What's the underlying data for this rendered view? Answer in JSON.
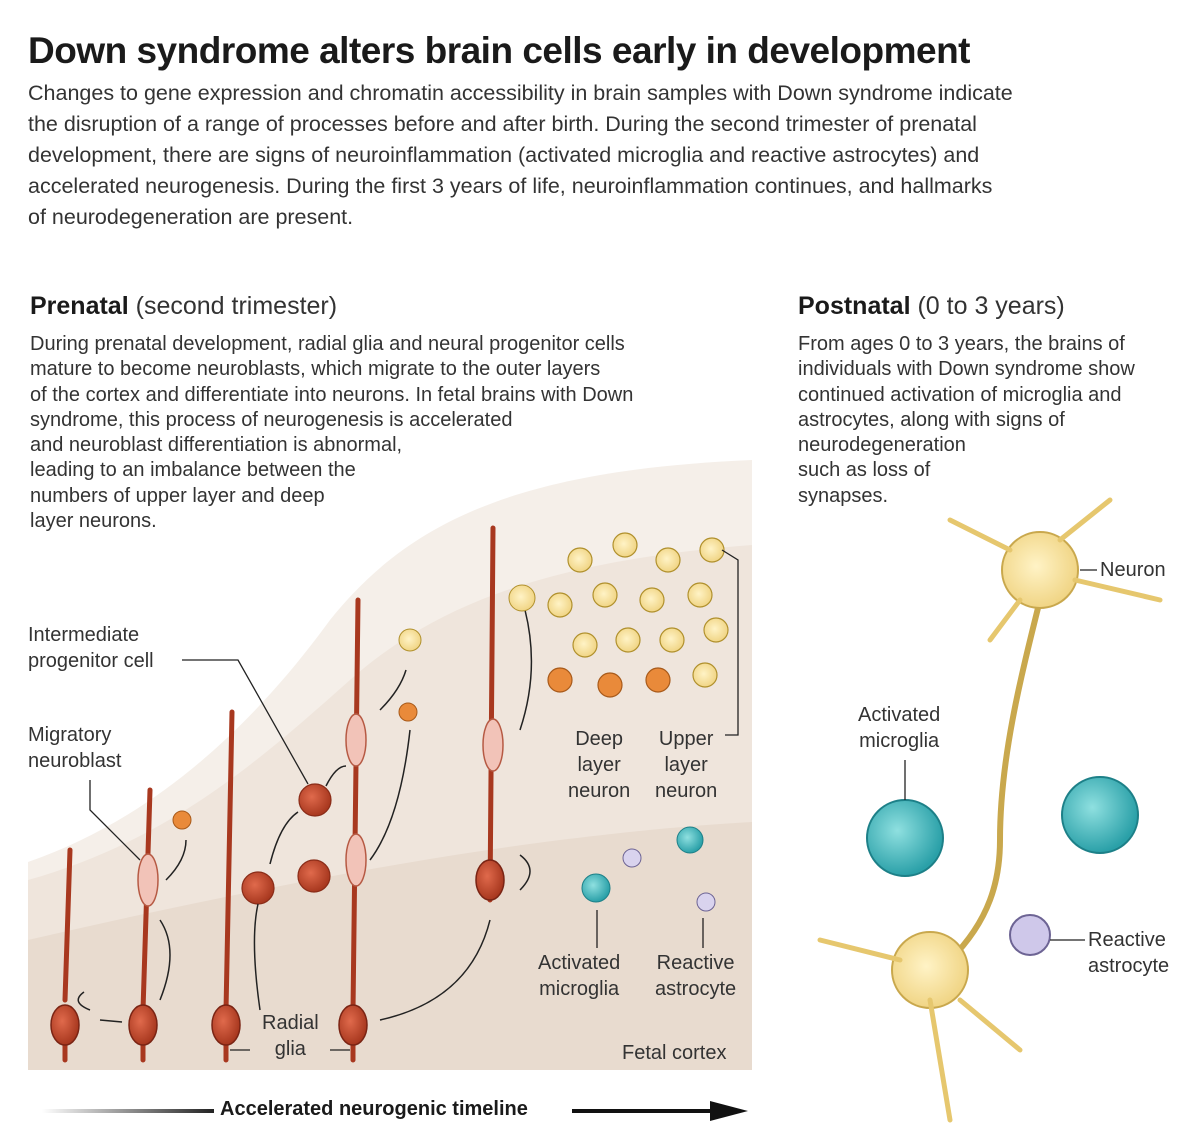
{
  "title": "Down syndrome alters brain cells early in development",
  "intro": [
    "Changes to gene expression and chromatin accessibility in brain samples with Down syndrome indicate",
    "the disruption of a range of processes before and after birth. During the second trimester of prenatal",
    "development, there are signs of neuroinflammation (activated microglia and reactive astrocytes) and",
    "accelerated  neurogenesis. During the first 3 years of life, neuroinflammation continues, and hallmarks",
    "of neurodegeneration are present."
  ],
  "prenatal": {
    "heading_bold": "Prenatal",
    "heading_rest": "(second trimester)",
    "paragraph": [
      "During prenatal development, radial glia and neural progenitor cells",
      "mature to become neuroblasts, which migrate to the outer layers",
      "of the cortex and differentiate into neurons. In fetal brains with Down",
      "syndrome, this process of neurogenesis is accelerated",
      "and neuroblast differentiation is abnormal,",
      "leading to an imbalance between the",
      "numbers of upper layer and deep",
      "layer neurons."
    ],
    "labels": {
      "intermediate_progenitor": [
        "Intermediate",
        "progenitor cell"
      ],
      "migratory_neuroblast": [
        "Migratory",
        "neuroblast"
      ],
      "radial_glia": [
        "Radial",
        "glia"
      ],
      "deep_layer_neuron": [
        "Deep",
        "layer",
        "neuron"
      ],
      "upper_layer_neuron": [
        "Upper",
        "layer",
        "neuron"
      ],
      "activated_microglia": [
        "Activated",
        "microglia"
      ],
      "reactive_astrocyte": [
        "Reactive",
        "astrocyte"
      ],
      "fetal_cortex": "Fetal cortex"
    },
    "timeline": "Accelerated neurogenic timeline"
  },
  "postnatal": {
    "heading_bold": "Postnatal",
    "heading_rest": "(0 to 3 years)",
    "paragraph": [
      "From ages 0 to 3 years, the brains of",
      "individuals with Down syndrome show",
      "continued activation of microglia and",
      "astrocytes, along with signs of",
      "neurodegeneration",
      "such as loss of",
      "synapses."
    ],
    "labels": {
      "neuron": "Neuron",
      "activated_microglia": [
        "Activated",
        "microglia"
      ],
      "reactive_astrocyte": [
        "Reactive",
        "astrocyte"
      ]
    }
  },
  "colors": {
    "radial_glia": "#a8381f",
    "neuroblast": "#f2c3b8",
    "neuron_yellow": "#f3dc9c",
    "neuron_orange": "#e98a3a",
    "microglia": "#3fb3b8",
    "astrocyte": "#c9c2e2",
    "cortex_bg": "#eee6df"
  }
}
